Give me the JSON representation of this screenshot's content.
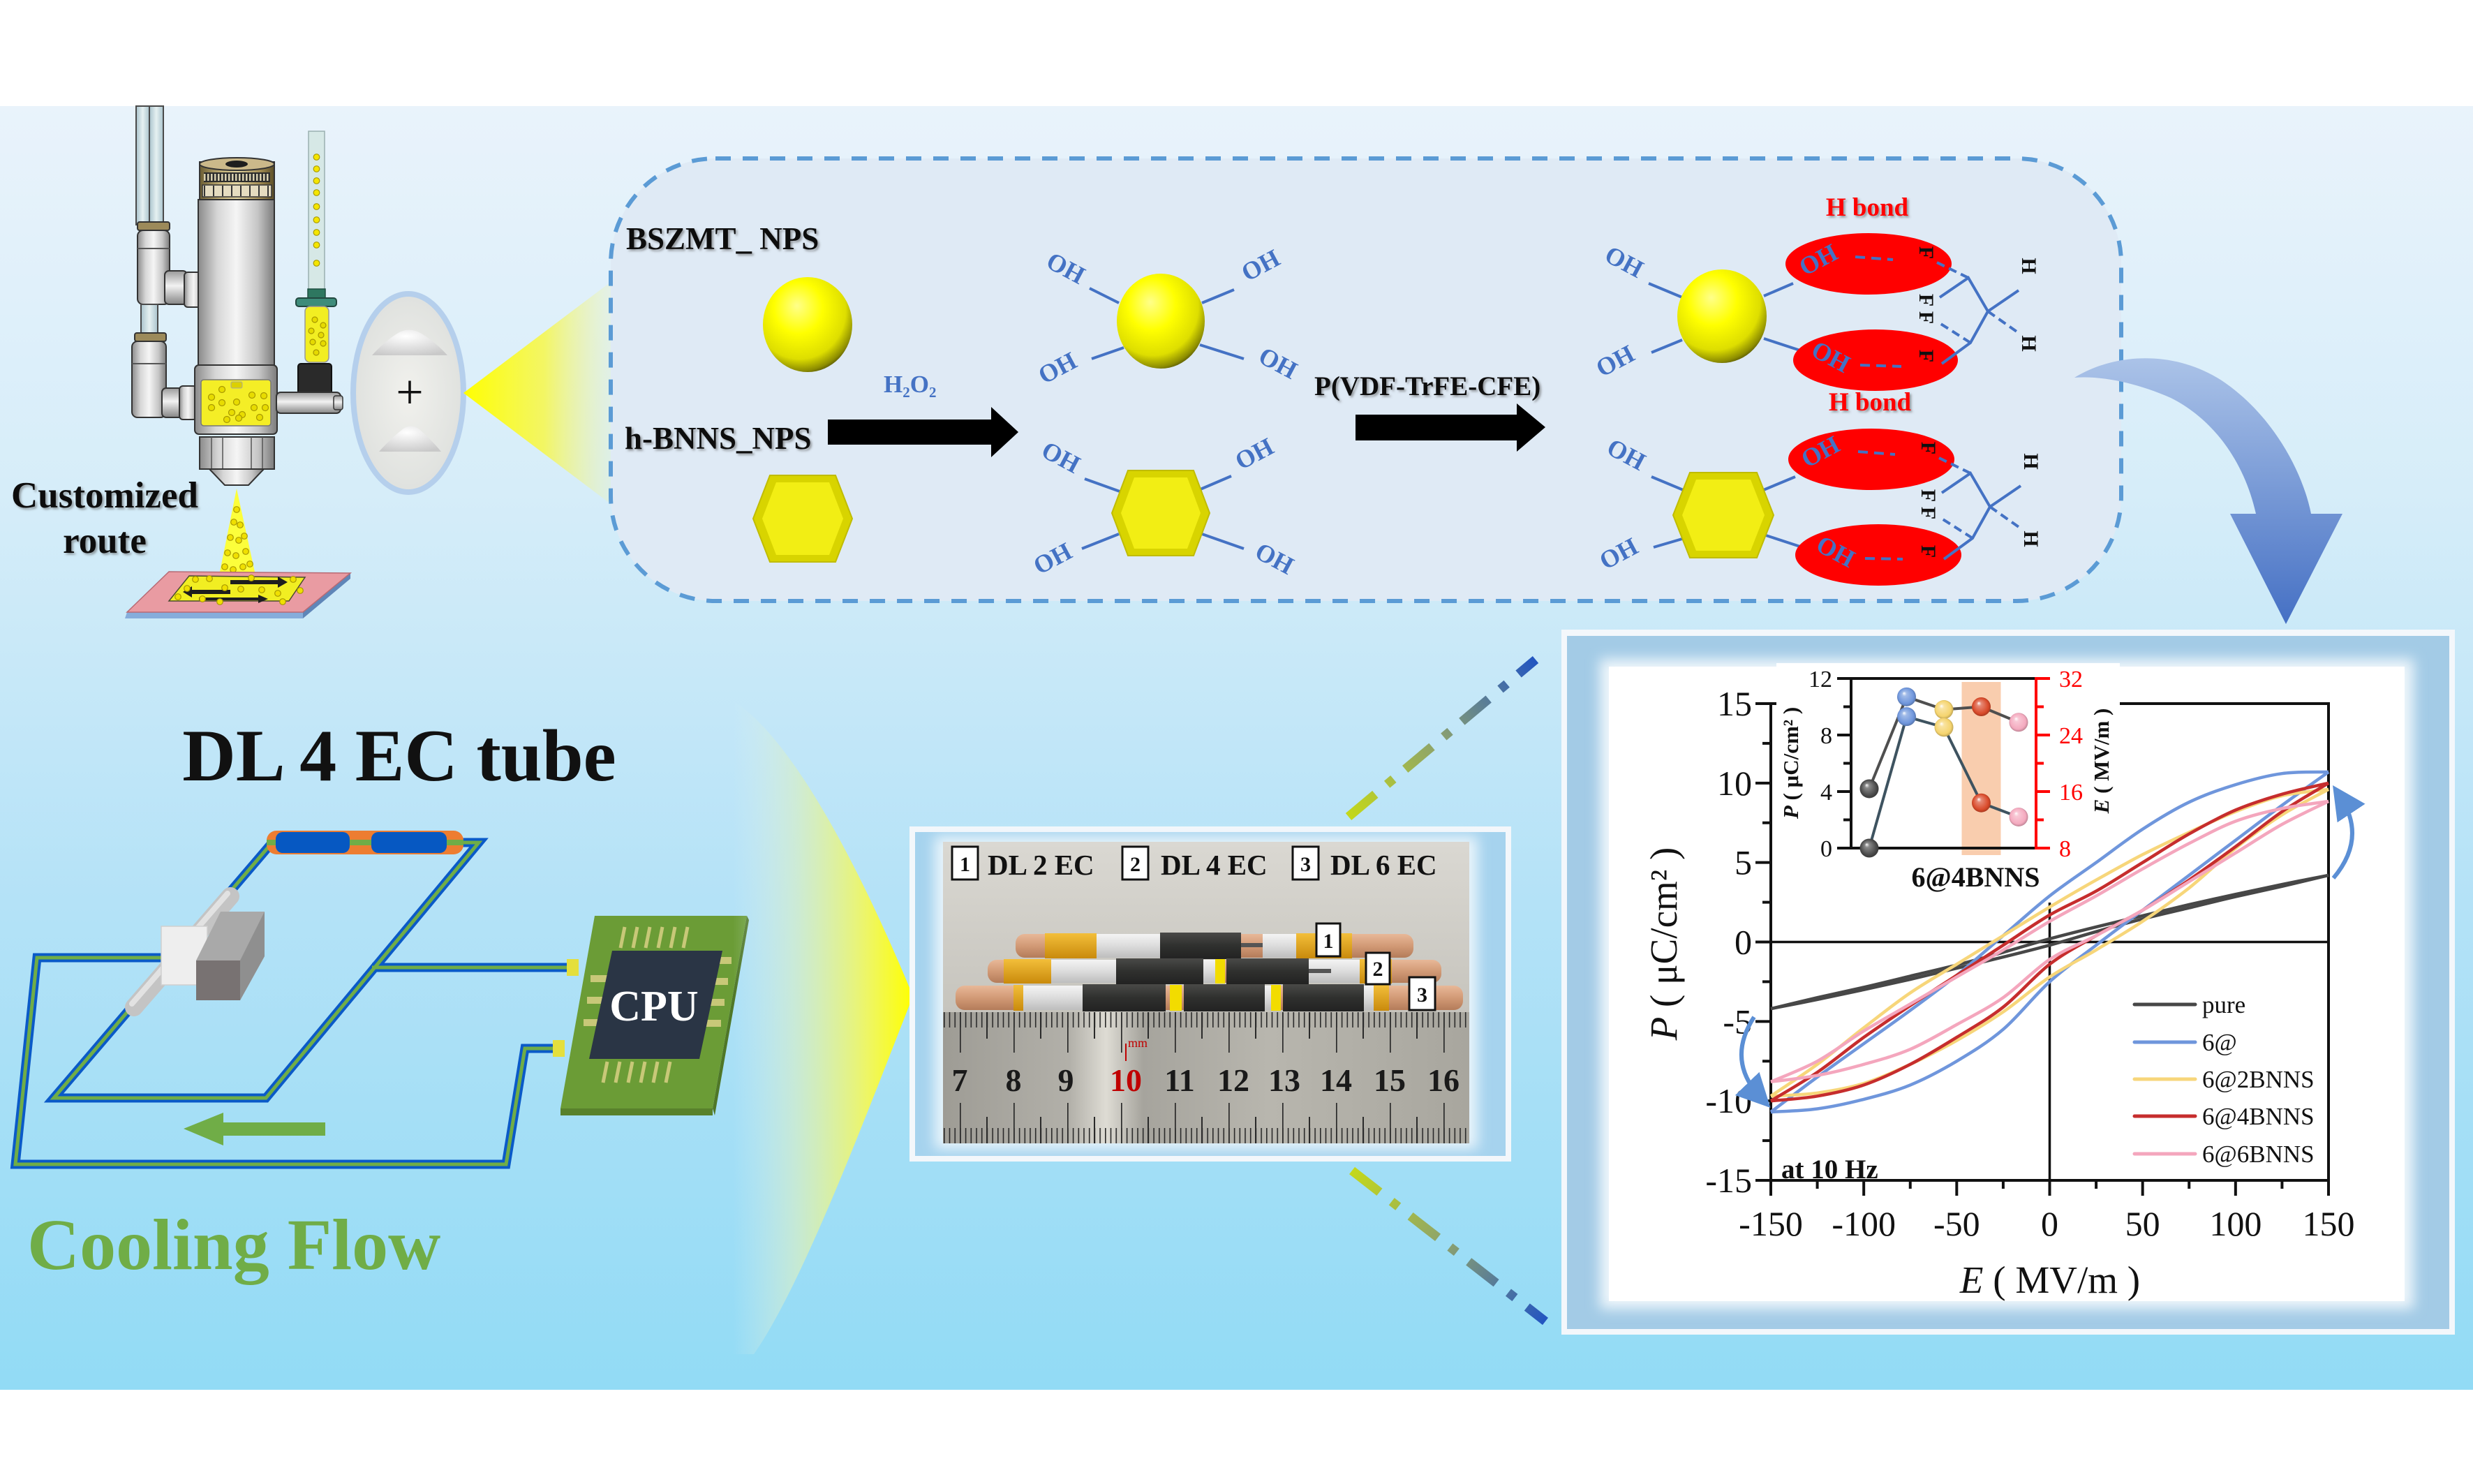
{
  "fabrication": {
    "title_line1": "Customized",
    "title_line2": "route",
    "mix_symbol": "+"
  },
  "modification": {
    "particle_1_label": "BSZMT_ NPS",
    "particle_2_label": "h-BNNS_NPS",
    "step_1_reagent": "H₂O₂",
    "step_2_reagent": "P(VDF-TrFE-CFE)",
    "hydroxyl_group": "OH",
    "h_bond_label": "H bond",
    "fluorine_atom": "F",
    "hydrogen_atom": "H"
  },
  "device": {
    "title": "DL 4 EC tube",
    "cpu_label": "CPU",
    "flow_label": "Cooling Flow"
  },
  "photo": {
    "legend": [
      {
        "tag": "1",
        "label": "DL 2 EC"
      },
      {
        "tag": "2",
        "label": "DL 4 EC"
      },
      {
        "tag": "3",
        "label": "DL 6 EC"
      }
    ],
    "tube_tags": [
      "1",
      "2",
      "3"
    ],
    "ruler_unit": "mm",
    "ruler_numbers": [
      "7",
      "8",
      "9",
      "10",
      "11",
      "12",
      "13",
      "14",
      "15",
      "16"
    ]
  },
  "chart_data": [
    {
      "type": "line",
      "title": "",
      "xlabel_symbol": "E",
      "xlabel_unit": " ( MV/m )",
      "ylabel_symbol": "P",
      "ylabel_unit": " ( μC/cm² )",
      "xlim": [
        -150,
        150
      ],
      "ylim": [
        -15,
        15
      ],
      "x_ticks": [
        -150,
        -100,
        -50,
        0,
        50,
        100,
        150
      ],
      "y_ticks": [
        -15,
        -10,
        -5,
        0,
        5,
        10,
        15
      ],
      "grid": false,
      "annotation": "at 10 Hz",
      "legend_position": "bottom-right",
      "x": [
        -150,
        -125,
        -100,
        -75,
        -50,
        -25,
        0,
        25,
        50,
        75,
        100,
        125,
        150
      ],
      "series": [
        {
          "name": "pure",
          "color": "#474747",
          "upper_branch": [
            -4.2,
            -3.5,
            -2.85,
            -2.15,
            -1.45,
            -0.65,
            0.2,
            0.95,
            1.65,
            2.35,
            3.0,
            3.62,
            4.2
          ],
          "lower_branch": [
            -4.2,
            -3.62,
            -3.0,
            -2.35,
            -1.65,
            -0.95,
            -0.2,
            0.65,
            1.45,
            2.15,
            2.85,
            3.5,
            4.2
          ]
        },
        {
          "name": "6@",
          "color": "#6f96dc",
          "upper_branch": [
            -10.7,
            -8.5,
            -6.4,
            -4.3,
            -2.1,
            0.4,
            2.9,
            5.0,
            7.1,
            8.8,
            9.9,
            10.6,
            10.7
          ],
          "lower_branch": [
            -10.7,
            -10.5,
            -9.9,
            -9.0,
            -7.5,
            -5.5,
            -2.5,
            -0.2,
            2.0,
            4.2,
            6.4,
            8.6,
            10.7
          ]
        },
        {
          "name": "6@2BNNS",
          "color": "#f7d67a",
          "upper_branch": [
            -9.7,
            -7.7,
            -5.4,
            -3.2,
            -1.4,
            0.4,
            2.2,
            3.9,
            5.5,
            6.9,
            8.2,
            9.2,
            9.6
          ],
          "lower_branch": [
            -9.7,
            -9.5,
            -8.9,
            -7.7,
            -6.2,
            -4.4,
            -2.2,
            -0.5,
            1.3,
            3.4,
            5.9,
            8.0,
            9.6
          ]
        },
        {
          "name": "6@4BNNS",
          "color": "#c62d2d",
          "upper_branch": [
            -10.0,
            -8.2,
            -6.0,
            -4.0,
            -2.1,
            -0.2,
            1.7,
            3.2,
            5.0,
            6.8,
            8.3,
            9.3,
            10.0
          ],
          "lower_branch": [
            -10.0,
            -9.7,
            -9.0,
            -7.7,
            -6.0,
            -4.1,
            -1.4,
            0.4,
            2.0,
            3.9,
            6.0,
            8.2,
            10.0
          ]
        },
        {
          "name": "6@6BNNS",
          "color": "#f4a6bd",
          "upper_branch": [
            -8.8,
            -7.5,
            -5.6,
            -3.9,
            -2.2,
            -0.5,
            1.3,
            2.9,
            4.6,
            6.2,
            7.6,
            8.4,
            8.85
          ],
          "lower_branch": [
            -8.8,
            -8.4,
            -7.7,
            -6.75,
            -5.2,
            -3.5,
            -1.1,
            0.4,
            2.0,
            3.8,
            5.6,
            7.4,
            8.85
          ]
        }
      ]
    },
    {
      "type": "scatter",
      "title": "",
      "xlabel": "6@4BNNS",
      "highlight_category": "6@4BNNS",
      "categories": [
        "pure",
        "6@",
        "6@2BNNS",
        "6@4BNNS",
        "6@6BNNS"
      ],
      "ylabel_left_symbol": "P",
      "ylabel_left_unit": " ( μC/cm² )",
      "ylabel_right_symbol": "E",
      "ylabel_right_unit": " ( MV/m )",
      "ylim_left": [
        0,
        12
      ],
      "yticks_left": [
        0,
        4,
        8,
        12
      ],
      "ylim_right": [
        8,
        32
      ],
      "yticks_right": [
        8,
        16,
        24,
        32
      ],
      "right_axis_color": "#ff0000",
      "highlight_color": "#f4a46c",
      "marker_colors": [
        "#4a4a4a",
        "#6f96dc",
        "#f5d46e",
        "#d94a2a",
        "#f4aabf"
      ],
      "series": [
        {
          "name": "P",
          "axis": "left",
          "line_color": "#4f4f4f",
          "values": [
            4.2,
            10.7,
            9.8,
            10.0,
            8.9
          ]
        },
        {
          "name": "E",
          "axis": "right",
          "line_color": "#3e5360",
          "values": [
            8.0,
            26.6,
            25.1,
            14.4,
            12.4
          ]
        }
      ]
    }
  ]
}
